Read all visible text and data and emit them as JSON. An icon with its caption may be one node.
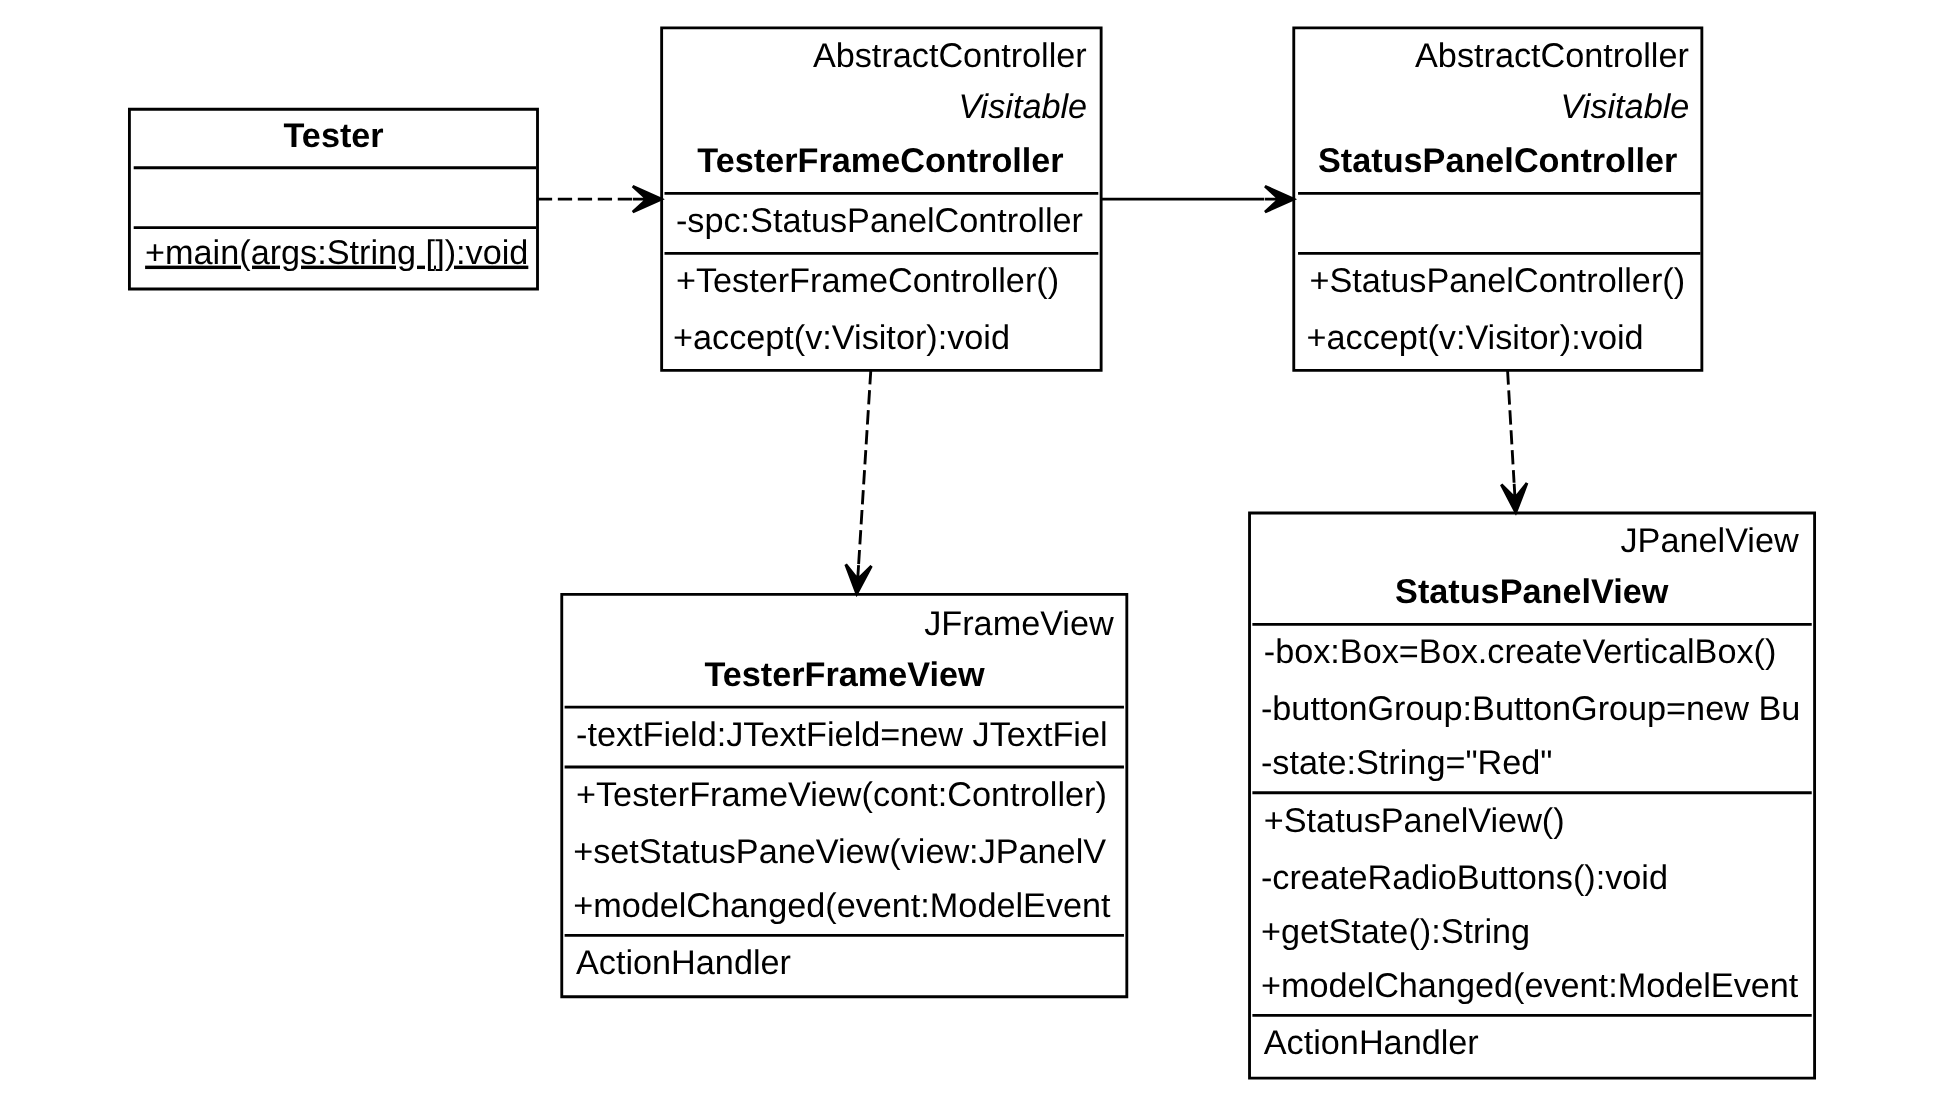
{
  "diagram": {
    "nodes": [
      {
        "text": [
          "Tester",
          "+main(args:String []):void"
        ]
      },
      {
        "text": [
          "AbstractController",
          "Visitable",
          "TesterFrameController",
          "-spc:StatusPanelController",
          "+TesterFrameController()",
          "+accept(v:Visitor):void"
        ]
      },
      {
        "text": [
          "AbstractController",
          "Visitable",
          "StatusPanelController",
          "+StatusPanelController()",
          "+accept(v:Visitor):void"
        ]
      },
      {
        "text": [
          "JFrameView",
          "TesterFrameView",
          "-textField:JTextField=new JTextFiel",
          "+TesterFrameView(cont:Controller)",
          "+setStatusPaneView(view:JPanelV",
          "+modelChanged(event:ModelEvent",
          "ActionHandler"
        ]
      },
      {
        "text": [
          "JPanelView",
          "StatusPanelView",
          "-box:Box=Box.createVerticalBox()",
          "-buttonGroup:ButtonGroup=new Bu",
          "-state:String=\"Red\"",
          "+StatusPanelView()",
          "-createRadioButtons():void",
          "+getState():String",
          "+modelChanged(event:ModelEvent",
          "ActionHandler"
        ]
      }
    ],
    "edges": [
      {
        "from": 0,
        "to": 1,
        "arrow": "to",
        "style": "dashed"
      },
      {
        "from": 1,
        "to": 2,
        "arrow": "to"
      },
      {
        "from": 1,
        "to": 3,
        "arrow": "to",
        "style": "dashed"
      },
      {
        "from": 2,
        "to": 4,
        "arrow": "to",
        "style": "dashed"
      }
    ]
  }
}
